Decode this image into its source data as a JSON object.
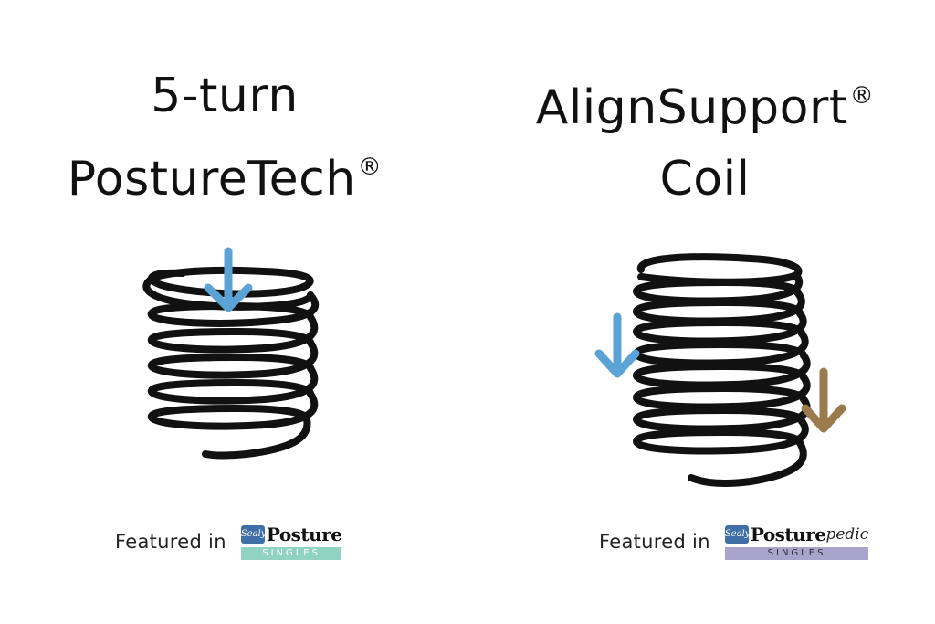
{
  "left": {
    "title_line1": "5-turn",
    "title_line2": "PostureTech",
    "registered": "®",
    "featured_label": "Featured in",
    "badge": {
      "seal": "Sealy",
      "word": "Posture",
      "suffix": "",
      "sub": "SINGLES",
      "color": "#8fd3c0"
    },
    "arrow_color": "#5ba3d6"
  },
  "right": {
    "title_line1": "AlignSupport",
    "title_line2": "Coil",
    "registered": "®",
    "featured_label": "Featured in",
    "badge": {
      "seal": "Sealy",
      "word": "Posture",
      "suffix": "pedic",
      "sub": "SINGLES",
      "color": "#a9a4cc"
    },
    "arrow_colors": [
      "#5ba3d6",
      "#9b7a4e"
    ]
  }
}
